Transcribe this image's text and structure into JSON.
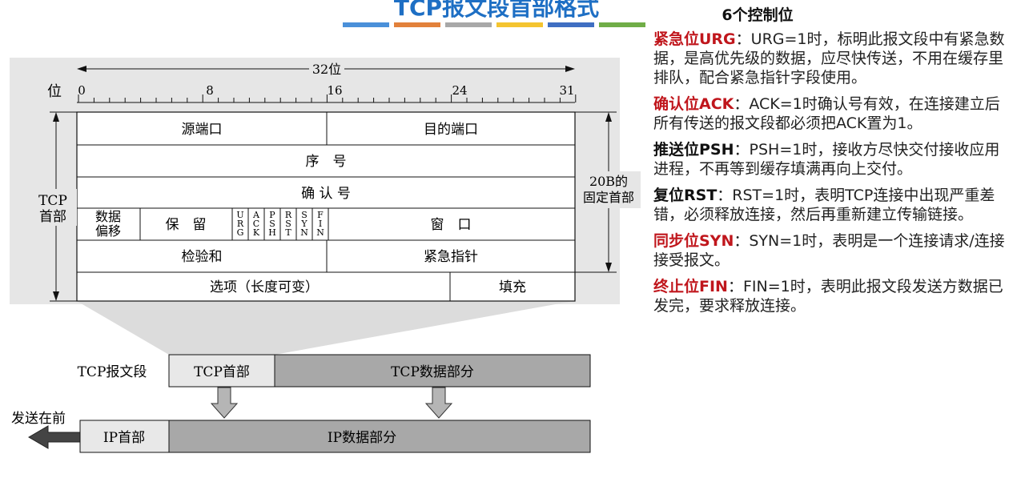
{
  "title": "TCP报文段首部格式",
  "colors": {
    "stripe": [
      "#4a90d9",
      "#e2813b",
      "#a8a8a8",
      "#f4c430",
      "#3f6fc2",
      "#70ad47"
    ],
    "accent_red": "#c0161c",
    "title_blue": "#1e6fc4"
  },
  "diagram": {
    "bits_label": "32位",
    "bit_axis_label": "位",
    "bit_ticks": [
      "0",
      "8",
      "16",
      "24",
      "31"
    ],
    "side_left": "TCP\n首部",
    "side_right": "20B的\n固定首部",
    "rows": {
      "src_port": "源端口",
      "dst_port": "目的端口",
      "seq": "序　号",
      "ack": "确 认 号",
      "data_offset": "数据\n偏移",
      "reserved": "保　留",
      "flags": [
        "URG",
        "ACK",
        "PSH",
        "RST",
        "SYN",
        "FIN"
      ],
      "window": "窗　口",
      "checksum": "检验和",
      "urgent_ptr": "紧急指针",
      "options": "选项（长度可变）",
      "padding": "填充"
    },
    "segment_label": "TCP报文段",
    "tcp_header": "TCP首部",
    "tcp_data": "TCP数据部分",
    "send_first": "发送在前",
    "ip_header": "IP首部",
    "ip_data": "IP数据部分"
  },
  "side_panel": {
    "heading": "6个控制位",
    "items": [
      {
        "label": "紧急位URG",
        "text": "：URG=1时，标明此报文段中有紧急数据，是高优先级的数据，应尽快传送，不用在缓存里排队，配合紧急指针字段使用。",
        "style": "red"
      },
      {
        "label": "确认位ACK",
        "text": "：ACK=1时确认号有效，在连接建立后所有传送的报文段都必须把ACK置为1。",
        "style": "red"
      },
      {
        "label": "推送位PSH",
        "text": "：PSH=1时，接收方尽快交付接收应用进程，不再等到缓存填满再向上交付。",
        "style": "black"
      },
      {
        "label": "复位RST",
        "text": "：RST=1时，表明TCP连接中出现严重差错，必须释放连接，然后再重新建立传输链接。",
        "style": "black"
      },
      {
        "label": "同步位SYN",
        "text": "：SYN=1时，表明是一个连接请求/连接接受报文。",
        "style": "red"
      },
      {
        "label": "终止位FIN",
        "text": "：FIN=1时，表明此报文段发送方数据已发完，要求释放连接。",
        "style": "red"
      }
    ]
  }
}
